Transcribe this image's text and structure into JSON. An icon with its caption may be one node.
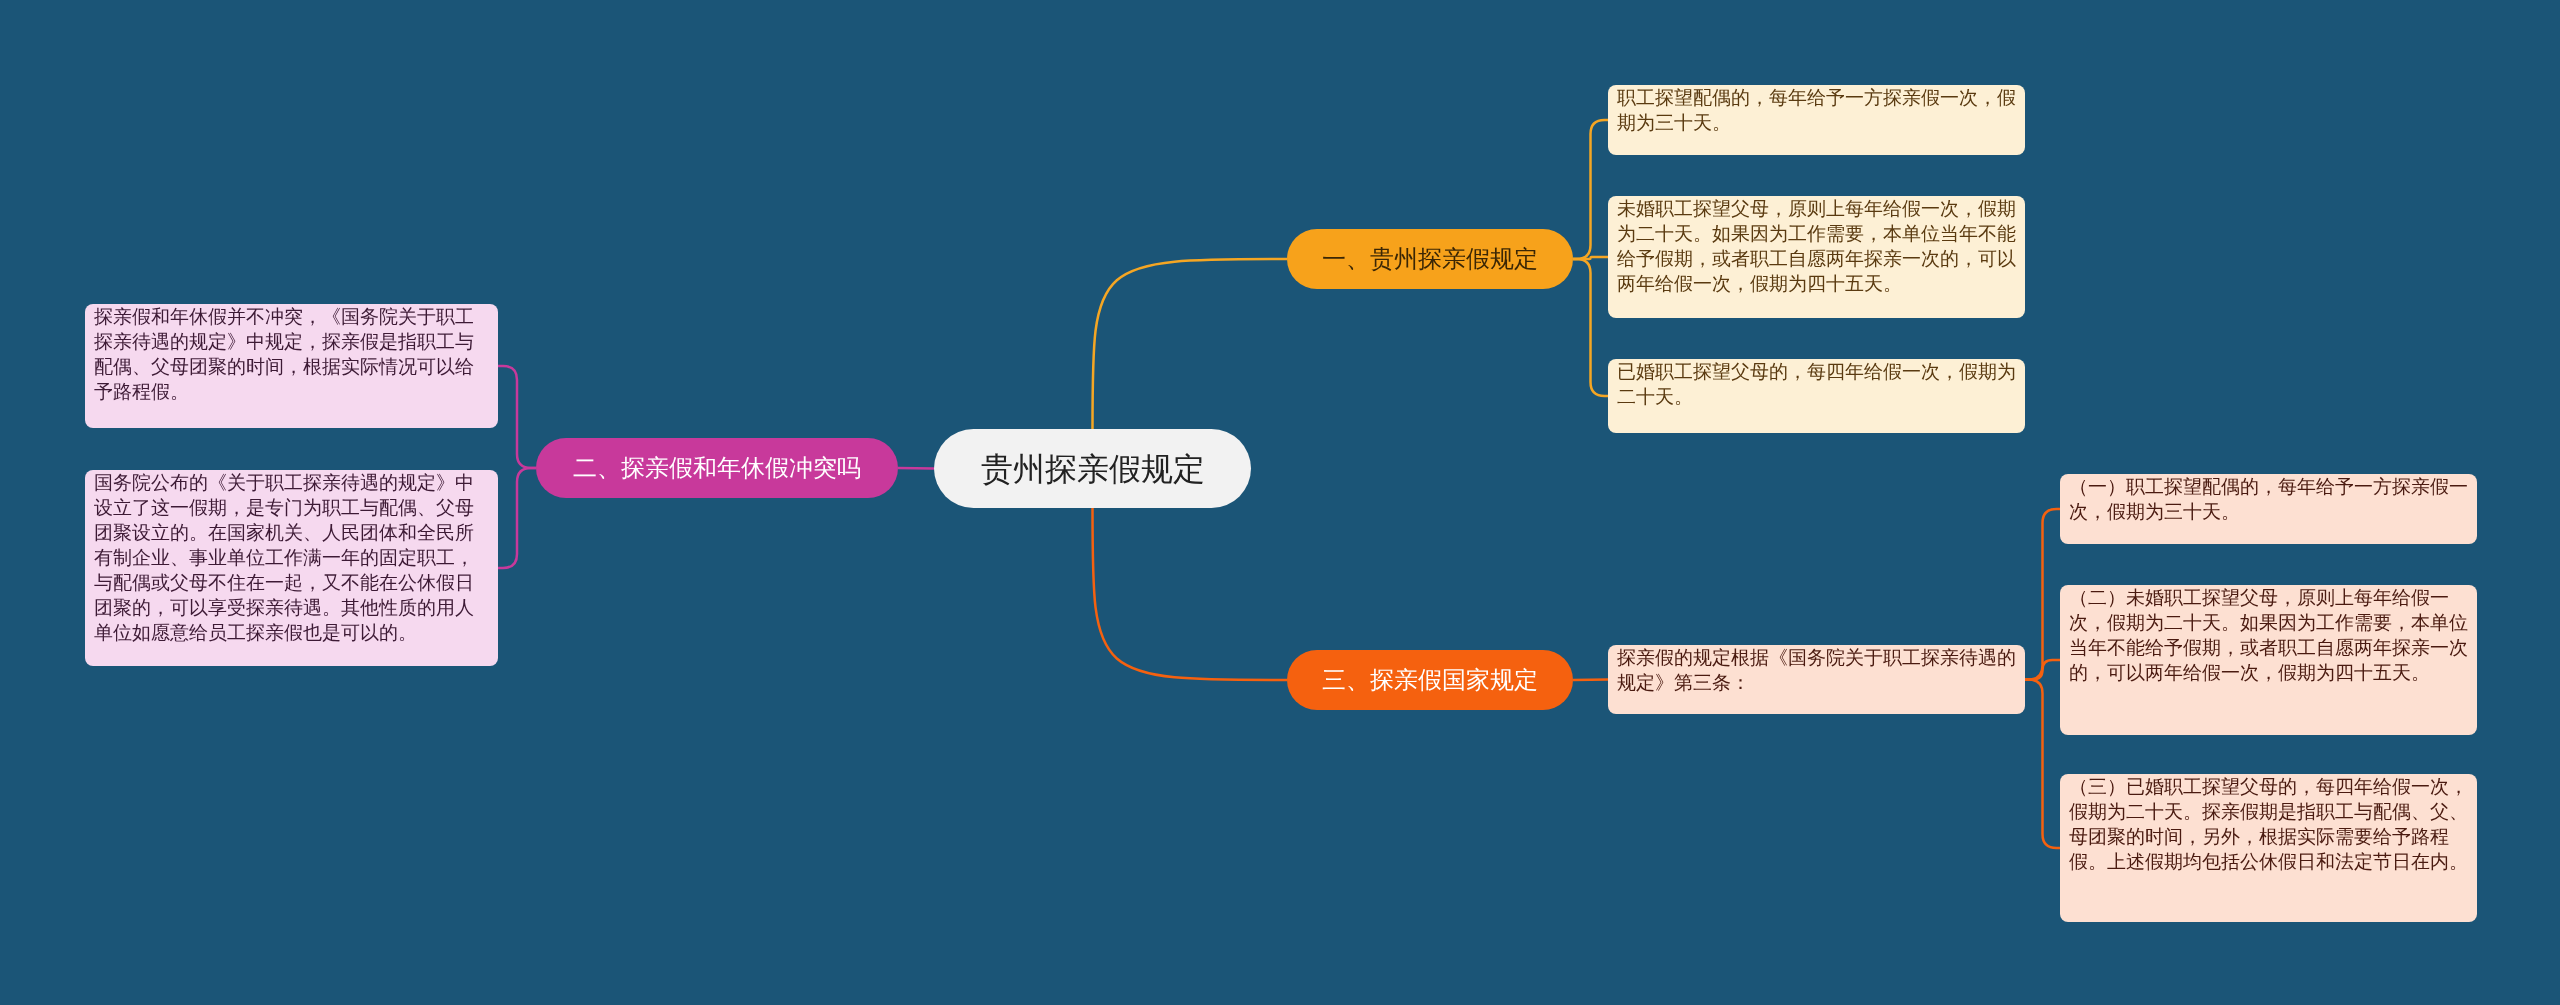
{
  "diagram": {
    "nodes": [
      {
        "text": [
          "贵州探亲假规定"
        ]
      },
      {
        "text": [
          "一、贵州探亲假规定"
        ]
      },
      {
        "text": [
          "职工探望配偶的，每年给予一方探亲假一次，假期为三十天。"
        ]
      },
      {
        "text": [
          "未婚职工探望父母，原则上每年给假一次，假期为二十天。如果因为工作需要，本单位当年不能给予假期，或者职工自愿两年探亲一次的，可以两年给假一次，假期为四十五天。"
        ]
      },
      {
        "text": [
          "已婚职工探望父母的，每四年给假一次，假期为二十天。"
        ]
      },
      {
        "text": [
          "二、探亲假和年休假冲突吗"
        ]
      },
      {
        "text": [
          "探亲假和年休假并不冲突，《国务院关于职工探亲待遇的规定》中规定，探亲假是指职工与配偶、父母团聚的时间，根据实际情况可以给予路程假。"
        ]
      },
      {
        "text": [
          "国务院公布的《关于职工探亲待遇的规定》中设立了这一假期，是专门为职工与配偶、父母团聚设立的。在国家机关、人民团体和全民所有制企业、事业单位工作满一年的固定职工，与配偶或父母不住在一起，又不能在公休假日团聚的，可以享受探亲待遇。其他性质的用人单位如愿意给员工探亲假也是可以的。"
        ]
      },
      {
        "text": [
          "三、探亲假国家规定"
        ]
      },
      {
        "text": [
          "探亲假的规定根据《国务院关于职工探亲待遇的规定》第三条："
        ]
      },
      {
        "text": [
          "（一）职工探望配偶的，每年给予一方探亲假一次，假期为三十天。"
        ]
      },
      {
        "text": [
          "（二）未婚职工探望父母，原则上每年给假一次，假期为二十天。如果因为工作需要，本单位当年不能给予假期，或者职工自愿两年探亲一次的，可以两年给假一次，假期为四十五天。"
        ]
      },
      {
        "text": [
          "（三）已婚职工探望父母的，每四年给假一次，假期为二十天。探亲假期是指职工与配偶、父、母团聚的时间，另外，根据实际需要给予路程假。上述假期均包括公休假日和法定节日在内。"
        ]
      }
    ],
    "edges": [
      {
        "from": 0,
        "to": 1,
        "arrow": "none",
        "color": "#f5a623"
      },
      {
        "from": 1,
        "to": 2,
        "arrow": "none",
        "color": "#f5a623"
      },
      {
        "from": 1,
        "to": 3,
        "arrow": "none",
        "color": "#f5a623"
      },
      {
        "from": 1,
        "to": 4,
        "arrow": "none",
        "color": "#f5a623"
      },
      {
        "from": 0,
        "to": 5,
        "arrow": "none",
        "color": "#c8399b"
      },
      {
        "from": 5,
        "to": 6,
        "arrow": "none",
        "color": "#c8399b"
      },
      {
        "from": 5,
        "to": 7,
        "arrow": "none",
        "color": "#c8399b"
      },
      {
        "from": 0,
        "to": 8,
        "arrow": "none"
      },
      {
        "from": 8,
        "to": 9,
        "arrow": "none"
      },
      {
        "from": 9,
        "to": 10,
        "arrow": "none"
      },
      {
        "from": 9,
        "to": 11,
        "arrow": "none"
      },
      {
        "from": 9,
        "to": 12,
        "arrow": "none"
      }
    ]
  }
}
